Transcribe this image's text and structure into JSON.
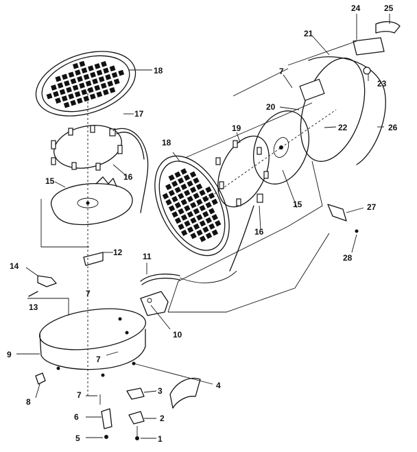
{
  "callouts": [
    {
      "id": "c1",
      "text": "1"
    },
    {
      "id": "c2",
      "text": "2"
    },
    {
      "id": "c3",
      "text": "3"
    },
    {
      "id": "c4",
      "text": "4"
    },
    {
      "id": "c5",
      "text": "5"
    },
    {
      "id": "c6",
      "text": "6"
    },
    {
      "id": "c7a",
      "text": "7"
    },
    {
      "id": "c7b",
      "text": "7"
    },
    {
      "id": "c7c",
      "text": "7"
    },
    {
      "id": "c7d",
      "text": "7"
    },
    {
      "id": "c8",
      "text": "8"
    },
    {
      "id": "c9",
      "text": "9"
    },
    {
      "id": "c10",
      "text": "10"
    },
    {
      "id": "c11",
      "text": "11"
    },
    {
      "id": "c12",
      "text": "12"
    },
    {
      "id": "c13",
      "text": "13"
    },
    {
      "id": "c14",
      "text": "14"
    },
    {
      "id": "c15a",
      "text": "15"
    },
    {
      "id": "c15b",
      "text": "15"
    },
    {
      "id": "c16a",
      "text": "16"
    },
    {
      "id": "c16b",
      "text": "16"
    },
    {
      "id": "c17",
      "text": "17"
    },
    {
      "id": "c18a",
      "text": "18"
    },
    {
      "id": "c18b",
      "text": "18"
    },
    {
      "id": "c19",
      "text": "19"
    },
    {
      "id": "c20",
      "text": "20"
    },
    {
      "id": "c21",
      "text": "21"
    },
    {
      "id": "c22",
      "text": "22"
    },
    {
      "id": "c23",
      "text": "23"
    },
    {
      "id": "c24",
      "text": "24"
    },
    {
      "id": "c25",
      "text": "25"
    },
    {
      "id": "c26",
      "text": "26"
    },
    {
      "id": "c27",
      "text": "27"
    },
    {
      "id": "c28",
      "text": "28"
    }
  ]
}
